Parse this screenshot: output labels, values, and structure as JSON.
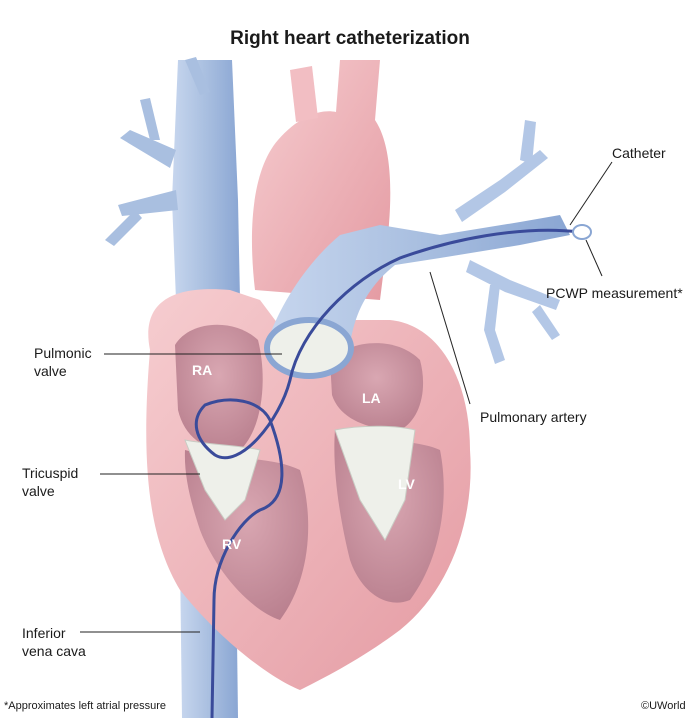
{
  "title": "Right heart catheterization",
  "labels": {
    "catheter": "Catheter",
    "pcwp": "PCWP measurement*",
    "pulmonic_line1": "Pulmonic",
    "pulmonic_line2": "valve",
    "pulmonary_artery": "Pulmonary artery",
    "tricuspid_line1": "Tricuspid",
    "tricuspid_line2": "valve",
    "ivc_line1": "Inferior",
    "ivc_line2": "vena cava"
  },
  "chambers": {
    "ra": "RA",
    "la": "LA",
    "rv": "RV",
    "lv": "LV"
  },
  "footnote": "*Approximates left atrial pressure",
  "copyright": "©UWorld",
  "colors": {
    "vein_blue": "#a9bfe0",
    "vein_blue_dark": "#8aa6d3",
    "heart_pink": "#efb0b4",
    "heart_pink_dark": "#d98a92",
    "myocardium": "#f3c4c4",
    "valve_white": "#eef0ea",
    "catheter": "#3a4b9a"
  }
}
